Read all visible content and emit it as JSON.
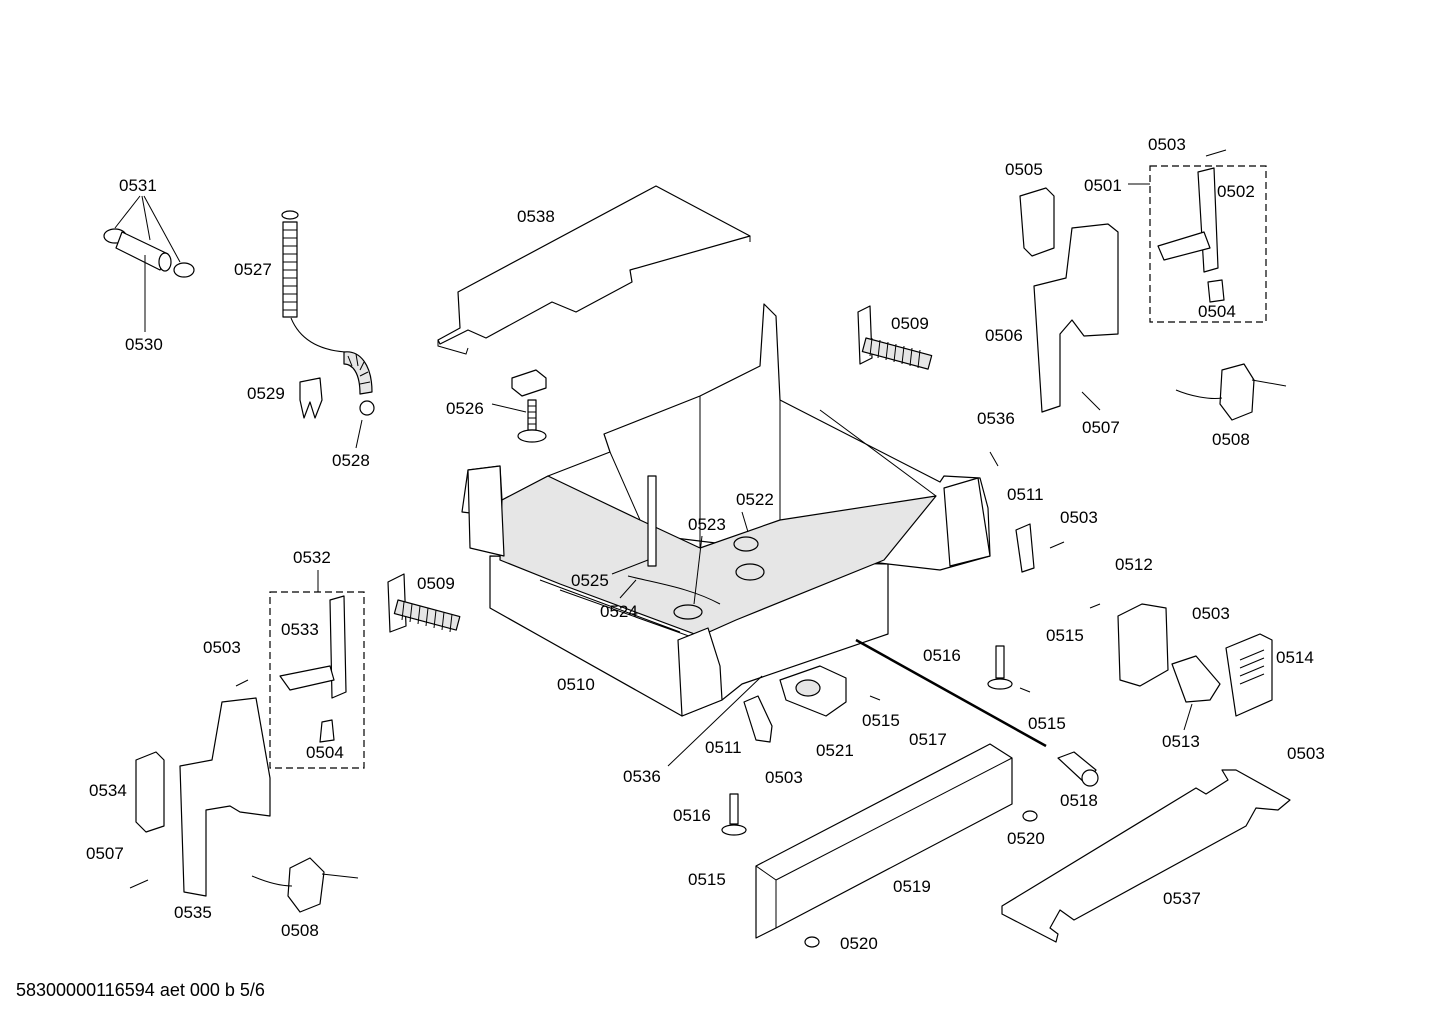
{
  "labels": {
    "l0531": "0531",
    "l0530": "0530",
    "l0527": "0527",
    "l0529": "0529",
    "l0528": "0528",
    "l0538": "0538",
    "l0526": "0526",
    "l0509a": "0509",
    "l0509b": "0509",
    "l0505": "0505",
    "l0501": "0501",
    "l0503a": "0503",
    "l0502": "0502",
    "l0504a": "0504",
    "l0506": "0506",
    "l0507a": "0507",
    "l0508a": "0508",
    "l0536a": "0536",
    "l0511a": "0511",
    "l0503b": "0503",
    "l0522": "0522",
    "l0523": "0523",
    "l0525": "0525",
    "l0524": "0524",
    "l0510": "0510",
    "l0532": "0532",
    "l0533": "0533",
    "l0503c": "0503",
    "l0504b": "0504",
    "l0512": "0512",
    "l0515a": "0515",
    "l0503d": "0503",
    "l0514": "0514",
    "l0513": "0513",
    "l0503e": "0503",
    "l0516a": "0516",
    "l0515b": "0515",
    "l0515c": "0515",
    "l0521": "0521",
    "l0517": "0517",
    "l0511b": "0511",
    "l0503f": "0503",
    "l0536b": "0536",
    "l0518": "0518",
    "l0534": "0534",
    "l0507b": "0507",
    "l0535": "0535",
    "l0508b": "0508",
    "l0516b": "0516",
    "l0515d": "0515",
    "l0520a": "0520",
    "l0519": "0519",
    "l0520b": "0520",
    "l0537": "0537"
  },
  "footer": {
    "document_code": "58300000116594 aet 000 b 5/6"
  }
}
